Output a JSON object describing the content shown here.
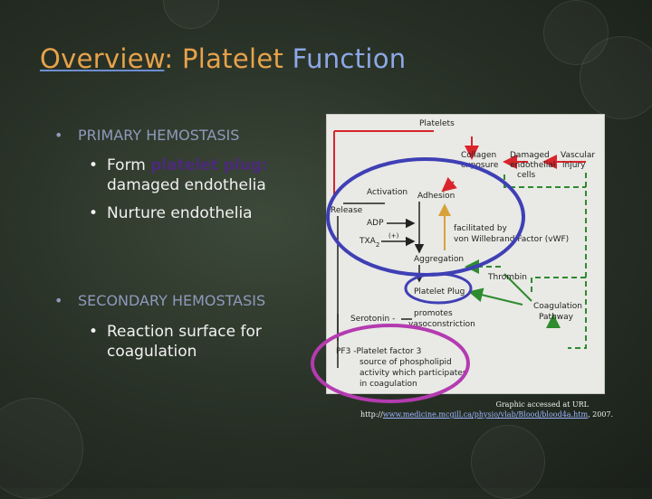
{
  "title": {
    "part1": "Overview",
    "part2": ": Platelet ",
    "part3": "Function"
  },
  "bullets": {
    "primary": "PRIMARY HEMOSTASIS",
    "form_prefix": "Form ",
    "form_emph": "platelet plug:",
    "form_line2": "damaged endothelia",
    "nurture": "Nurture endothelia",
    "secondary": "SECONDARY HEMOSTASIS",
    "reaction_line1": "Reaction surface for",
    "reaction_line2": "coagulation"
  },
  "diagram": {
    "platelets": "Platelets",
    "collagen": "Collagen exposure",
    "damaged": "Damaged endothelial cells",
    "vascular": "Vascular injury",
    "activation": "Activation",
    "adhesion": "Adhesion",
    "release": "Release",
    "adp": "ADP",
    "txa2": "TXA",
    "txa2_sub": "2",
    "plus": "(+)",
    "vwf": "facilitated by von Willebrand Factor (vWF)",
    "aggregation": "Aggregation",
    "thrombin": "Thrombin",
    "platelet_plug": "Platelet Plug",
    "serotonin": "Serotonin -",
    "promotes": "promotes vasoconstriction",
    "coag_pathway": "Coagulation Pathway",
    "pf3_line1": "PF3 -Platelet factor 3",
    "pf3_line2": "source of phospholipid",
    "pf3_line3": "activity which participates",
    "pf3_line4": "in coagulation"
  },
  "caption": {
    "line1": "Graphic accessed at URL",
    "prefix": "http://",
    "url": "www.medicine.mcgill.ca/physio/vlab/Blood/blood4a.htm",
    "suffix": ", 2007."
  },
  "colors": {
    "title_orange": "#e7a24a",
    "title_blue": "#8da8e6",
    "ellipse_blue": "#3f3fb5",
    "ellipse_magenta": "#b43bb0",
    "arrow_red": "#d9242b",
    "arrow_green": "#2e8b2e"
  }
}
